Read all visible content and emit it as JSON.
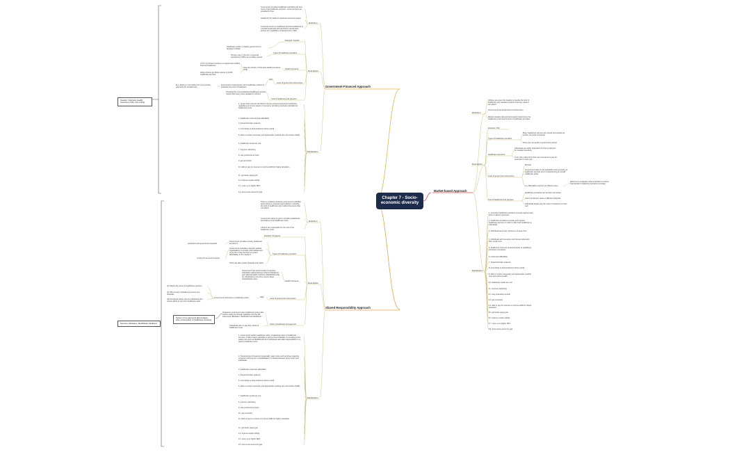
{
  "central": "Chapter 7 - Socio-economic diversity",
  "branches": {
    "gov": "Government-Financed Approach",
    "market": "Market-based Approach",
    "shared": "Shared-Responsibility Approach"
  },
  "gov": {
    "definition": "Definition",
    "def_items": [
      "Government provides healthcare subsidies and runs most of the healthcare services - some services are provided for free",
      "Guided by the belief of social and economic equity",
      "Universal access to healthcare and that healthcare is a fundamental right and all citizens should have access to it regardless of background or SES"
    ],
    "description": "Description",
    "example": "Example: Sweden",
    "example_item": "Healthcare system is largely government or tax/payer funded",
    "types_label": "Types of healthcare providers",
    "types_item": "Primary care in the form of general practitioners (GPs) are privately-owned",
    "vhi_label": "Health insurance",
    "vhi_item": "Have the choice of Voluntary Health Insurance (VHI)",
    "vhi_left_1": "A form of private insurance to supplement publicly financed healthcare",
    "vhi_left_2": "Helps citizens get faster access to public healthcare services",
    "level_label": "Level of government intervention",
    "level_high": "High",
    "level_item": "Government implemented many healthcare policies to subsidise the cost of healthcare",
    "level_left": "E.g. Setting a 'cost ceiling' for out-of-pocket payments for hospital care",
    "cost_label": "Cost of healthcare and payment",
    "cost_item": "Providing the most subsidised healthcare services means that heavy costs payable by citizens",
    "side_box": "Sweden: Voluntary Health Insurance (VHI), cost ceiling",
    "explanation": "Explanation",
    "exp_items": [
      "1. government ensures all citizens receive universal access to healthcare, regardless of income status or income by providing extensive subsidies for healthcare costs",
      "2. healthcare costs are kept affordable",
      "3. financial burden reduced",
      "4. more likely to seek treatment when unwell",
      "5. able to receive necessary and appropriate medical care and restore health",
      "6. healthcare needs are met",
      "7. improve well-being",
      "8. stay productive at work",
      "9. get promotion",
      "10. able to pay for courses to improve skills for higher education",
      "11. get better paying job",
      "12. improve social mobility",
      "13. move up to higher SES",
      "14. close socio-economic gap"
    ]
  },
  "market": {
    "definition": "Definition",
    "def_items": [
      "Citizens are given the freedom to decide the kind of healthcare and medical insurance that they need or can afford",
      "Government has limited level of intervention",
      "Market situation (demand and supply) determines the healthcare costs and the kind of healthcare provided"
    ],
    "description": "Description",
    "example": "Example: USA",
    "types_label": "Types of healthcare providers",
    "types_items": [
      "Many healthcare services are owned and operate as private, for-profit companies",
      "Some are non-profit or government-owned"
    ],
    "insurance_label": "Healthcare insurance",
    "insurance_items": [
      "Individuals are highly dependent on their employers for medical insurance",
      "If not, they make do by their own insurance to pay for treatment on their own"
    ],
    "level_label": "Level of government intervention",
    "level_val": "Minimal",
    "level_item": "Government plans to set standards such as pricing of healthcare services and in implementing an overall healthcare policy",
    "aca": "e.g. Affordable Care Act (or Obama Care)",
    "aca_right": "allow low to moderate income families to receive financial aid in obtaining insurance coverage",
    "cost_label": "Cost of healthcare and payment",
    "cost_items": [
      "Healthcare providers can set their own prices",
      "Cost of treatment varies in different hospitals",
      "Individuals largely pay the costs of treatment on their own"
    ],
    "explanation": "Explanation",
    "exp_items": [
      "1. American healthcare providers compete against each other to attract customers",
      "2. healthcare providers innovate and improve healthcare services in order to offer best healthcare to individuals",
      "3. individual have many choices to choose from",
      "4. individuals with insurance can choose what suits their needs best",
      "5. healthcare costs are covered entirely or partially by insurance companies",
      "6. costs kept affordable",
      "7. financial burden reduced",
      "8. more likely to seek treatment when unwell",
      "9. able to receive necessary and appropriate medical care and restore health",
      "10. healthcare needs are met",
      "11. improve well-being",
      "12. stay productive at work",
      "13. get promotion",
      "14. able to pay for courses to improve skills for higher education",
      "15. get better paying job",
      "16. improve social mobility",
      "17. move up to higher SES",
      "18. close socio-economic gap"
    ]
  },
  "shared": {
    "definition": "Definition",
    "def_items": [
      "There is a balance between government subsidies and a citizen's personal responsibility in deciding the kind of healthcare and medical insurance they can afford",
      "Government plays its part in providing healthcare and shares some healthcare costs",
      "Citizens are responsible for the rest of the healthcare costs"
    ],
    "description": "Description",
    "example": "Example: Singapore",
    "types_label": "Types of healthcare providers",
    "types_items": [
      "Government provides primary healthcare services in ...",
      "Government subsidies voluntary welfare organisations to provide intermediate and Long-Term Care services to ensure affordability to the needy in ...",
      "There are also private hospitals and clinics"
    ],
    "types_left": [
      "polyclinics and government hospitals",
      "nursing homes and hospices"
    ],
    "ins_label": "Health insurance",
    "ins_item": "Government has implemented compulsory individual medical savings scheme (Medisave) and national health insurance (MediShield Life) for individuals to help them pay for large hospitalisation fees",
    "level_label": "Level of government intervention",
    "level_high": "High",
    "level_item": "Government intervenes in healthcare policy",
    "level_left": [
      "(1) Adjusts the prices of healthcare services",
      "(2) Offers heavy subsidies at government hospitals",
      "(3) Introduced safety nets for individuals who cannot afford to pay their healthcare costs"
    ],
    "cost_label": "Costs of healthcare and payment",
    "cost_items": [
      "Singapore government pays healthcare costs under various schemes through subsidies and the 3M framework (Medisave, Medishield and Medifund)",
      "Individuals also co-pay their share of healthcare costs"
    ],
    "cost_left": "System of co-payments (Encourages wise consumption of healthcare services)",
    "side_box": "Services: Medisave, MediShield, Medifund",
    "explanation": "Explanation",
    "exp_items": [
      "1. Government adopts healthcare policy of adjusting prices of healthcare services, it offers heavy subsidies at government hospitals, by providing some safety nets such as MediShield Life & individuals also take responsibility in co-paying healthcare costs",
      "2. financial cost of treatment (especially major costs such as those requiring surgeries and long-term hospitalisation) is shared between government and individuals",
      "3. healthcare costs kept affordable",
      "4. financial burden reduced",
      "5. more likely to seek treatment when unwell",
      "6. able to receive necessary and appropriate medical care and restore health",
      "7. healthcare needs are met",
      "8. improve well-being",
      "9. stay productive at work",
      "10. get promotion",
      "11. able to pay for courses to improve skills for higher education",
      "12. get better paying job",
      "13. improve social mobility",
      "14. move up to higher SES",
      "15. close socio-economic gap"
    ]
  },
  "colors": {
    "central_bg": "#1d2b4a",
    "gov_line": "#e8b44a",
    "market_line": "#d94848",
    "shared_line": "#e8a54a",
    "branch_line": "#cfc48a"
  }
}
